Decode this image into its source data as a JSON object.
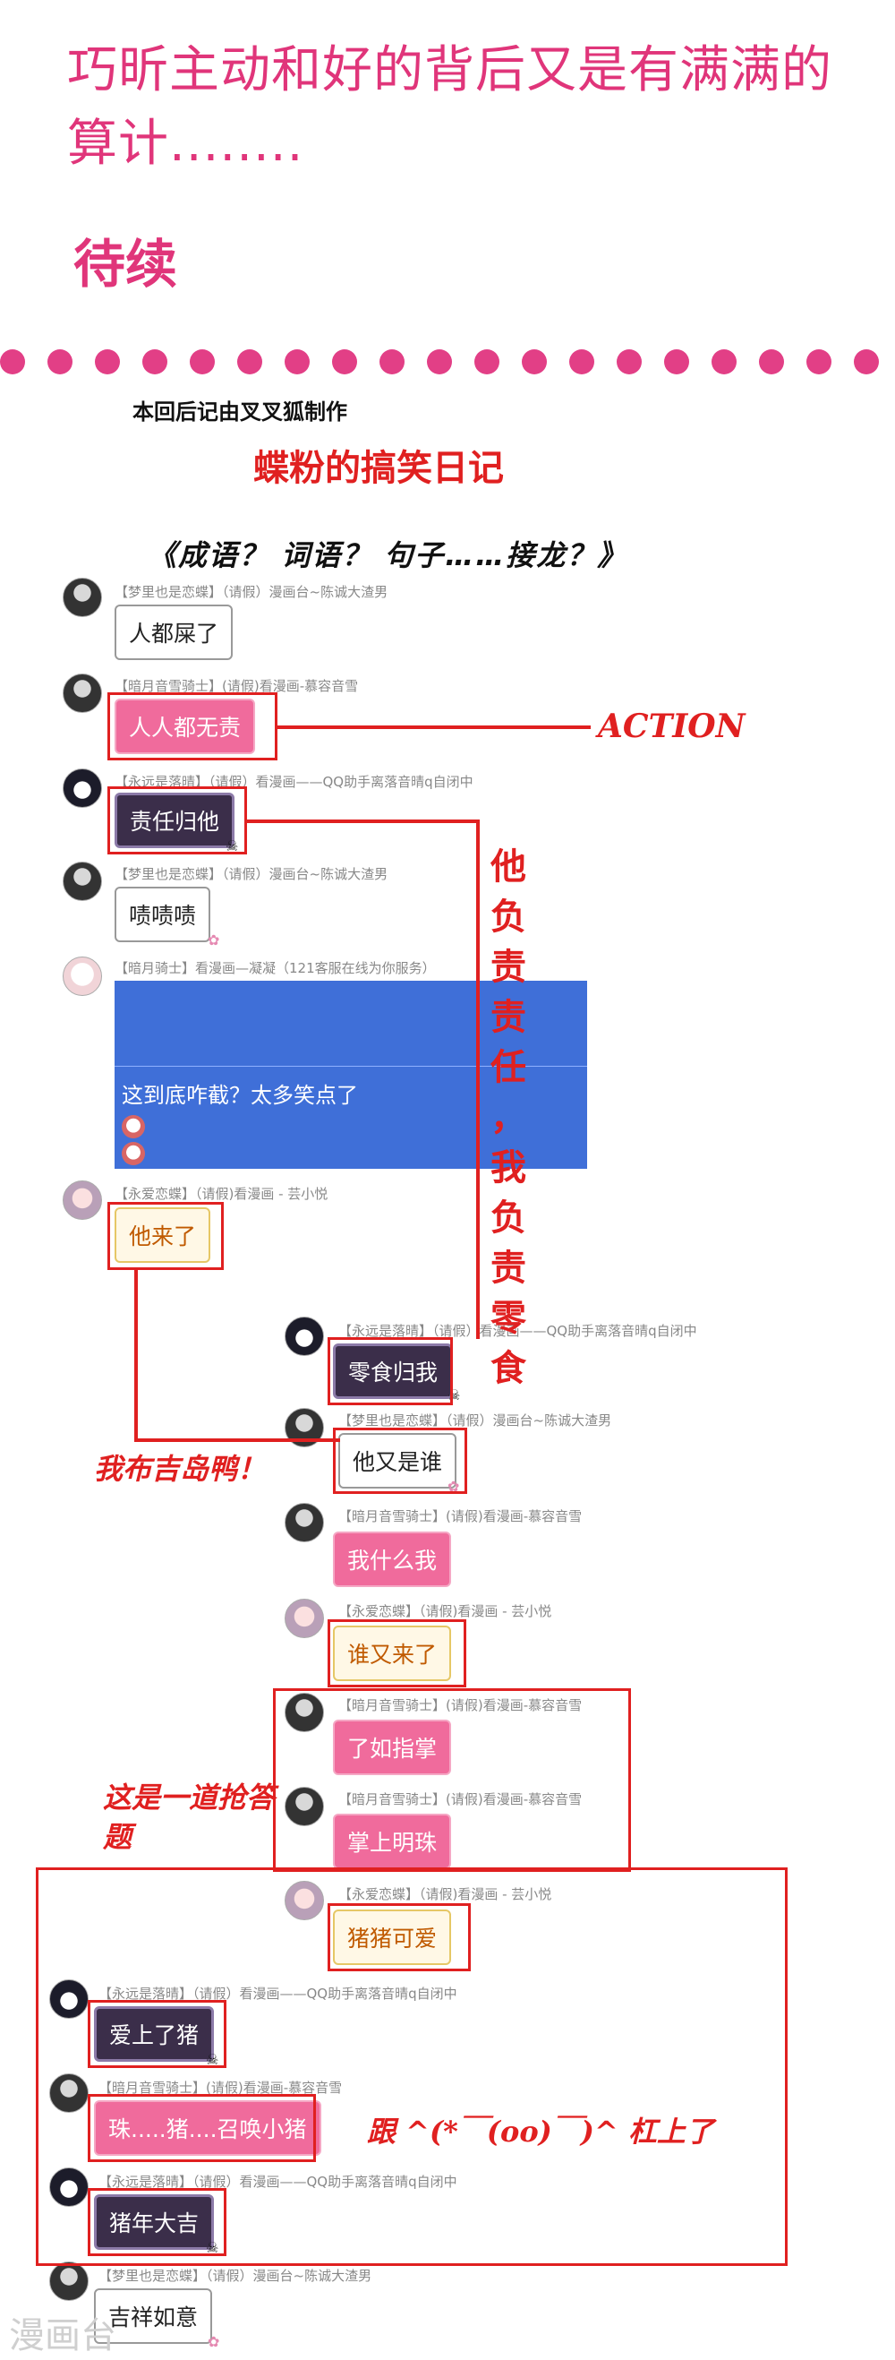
{
  "header": {
    "title": "巧昕主动和好的背后又是有满满的算计........",
    "to_be_continued": "待续"
  },
  "afterword": {
    "credit": "本回后记由叉叉狐制作",
    "title": "蝶粉的搞笑日记",
    "subtitle": "《成语？ 词语？ 句子……接龙？》"
  },
  "messages": [
    {
      "sender": "【梦里也是恋蝶】（请假）漫画台~陈诚大渣男",
      "text": "人都屎了"
    },
    {
      "sender": "【暗月音雪骑士】(请假)看漫画-慕容音雪",
      "text": "人人都无责"
    },
    {
      "sender": "【永远是落晴】（请假）看漫画——QQ助手离落音晴q自闭中",
      "text": "责任归他"
    },
    {
      "sender": "【梦里也是恋蝶】（请假）漫画台~陈诚大渣男",
      "text": "啧啧啧"
    },
    {
      "sender": "【暗月骑士】看漫画—凝凝（121客服在线为你服务）",
      "text": "这到底咋截？太多笑点了"
    },
    {
      "sender": "【永爱恋蝶】（请假)看漫画 - 芸小悦",
      "text": "他来了"
    },
    {
      "sender": "【永远是落晴】（请假）看漫画——QQ助手离落音晴q自闭中",
      "text": "零食归我"
    },
    {
      "sender": "【梦里也是恋蝶】（请假）漫画台~陈诚大渣男",
      "text": "他又是谁"
    },
    {
      "sender": "【暗月音雪骑士】(请假)看漫画-慕容音雪",
      "text": "我什么我"
    },
    {
      "sender": "【永爱恋蝶】（请假)看漫画 - 芸小悦",
      "text": "谁又来了"
    },
    {
      "sender": "【暗月音雪骑士】(请假)看漫画-慕容音雪",
      "text": "了如指掌"
    },
    {
      "sender": "【暗月音雪骑士】(请假)看漫画-慕容音雪",
      "text": "掌上明珠"
    },
    {
      "sender": "【永爱恋蝶】（请假)看漫画 - 芸小悦",
      "text": "猪猪可爱"
    },
    {
      "sender": "【永远是落晴】（请假）看漫画——QQ助手离落音晴q自闭中",
      "text": "爱上了猪"
    },
    {
      "sender": "【暗月音雪骑士】(请假)看漫画-慕容音雪",
      "text": "珠.....猪....召唤小猪"
    },
    {
      "sender": "【永远是落晴】（请假）看漫画——QQ助手离落音晴q自闭中",
      "text": "猪年大吉"
    },
    {
      "sender": "【梦里也是恋蝶】（请假）漫画台~陈诚大渣男",
      "text": "吉祥如意"
    }
  ],
  "annotations": {
    "action": "ACTION",
    "vertical_note": [
      "他",
      "负",
      "责",
      "责",
      "任",
      "，",
      "我",
      "负",
      "责",
      "零",
      "食"
    ],
    "duck": "我布吉岛鸭！",
    "quiz": "这是一道抢答题",
    "face": "跟 ^(*￣(oo)￣)^ 杠上了"
  },
  "watermark": "漫画台"
}
